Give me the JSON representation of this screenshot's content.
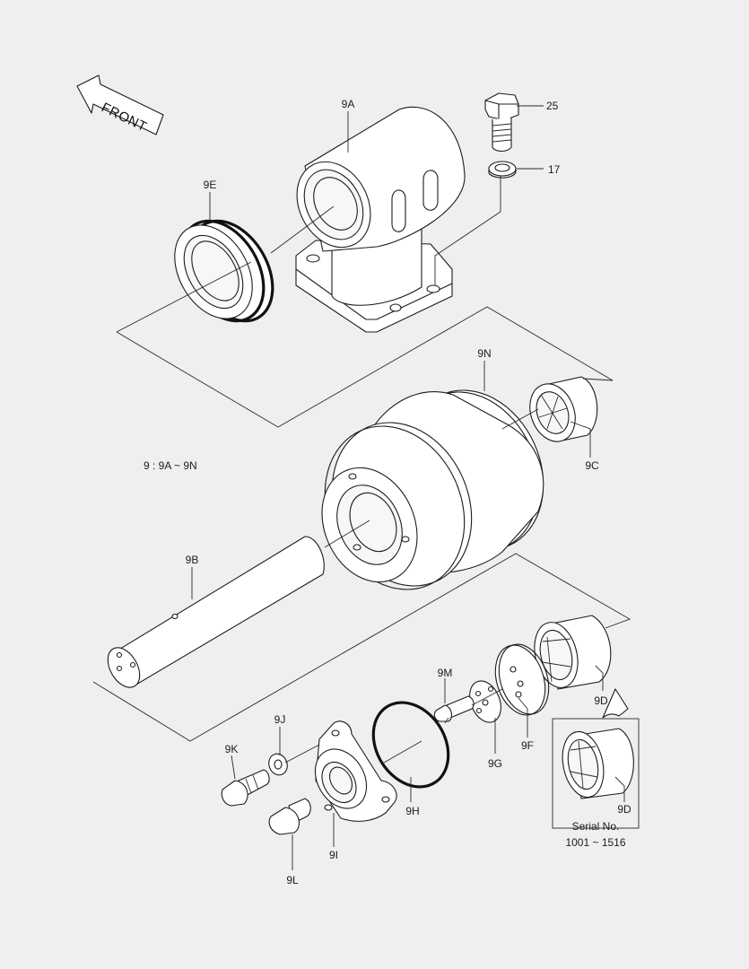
{
  "front_label": "FRONT",
  "group_note": "9 : 9A ~ 9N",
  "inset": {
    "serial_line1": "Serial No.",
    "serial_line2": "1001 ~ 1516"
  },
  "parts": {
    "p9A": "9A",
    "p9B": "9B",
    "p9C": "9C",
    "p9D": "9D",
    "p9D_inset": "9D",
    "p9E": "9E",
    "p9F": "9F",
    "p9G": "9G",
    "p9H": "9H",
    "p9I": "9I",
    "p9J": "9J",
    "p9K": "9K",
    "p9L": "9L",
    "p9M": "9M",
    "p9N": "9N",
    "p17": "17",
    "p25": "25"
  }
}
